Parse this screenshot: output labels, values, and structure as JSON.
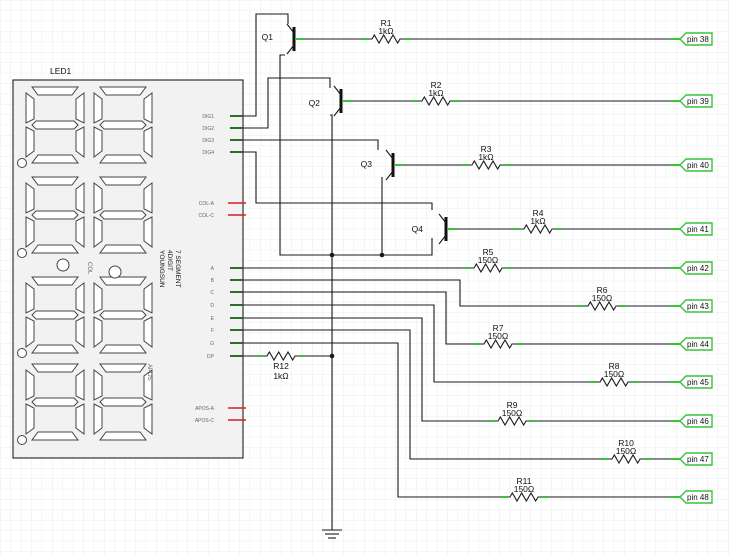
{
  "led": {
    "title": "LED1",
    "part_lines": [
      "7 SEGMENT",
      "4DIGIT",
      "YOUNGSUN"
    ],
    "col_text": "COL",
    "apos_text": "APOS",
    "digit_labels": [
      "DIG1",
      "DIG2",
      "DIG3",
      "DIG4"
    ],
    "col_labels": [
      "COL-A",
      "COL-C"
    ],
    "seg_labels": [
      "A",
      "B",
      "C",
      "D",
      "E",
      "F",
      "G",
      "DP"
    ],
    "apos_labels": [
      "APOS-A",
      "APOS-C"
    ]
  },
  "transistors": [
    {
      "name": "Q1"
    },
    {
      "name": "Q2"
    },
    {
      "name": "Q3"
    },
    {
      "name": "Q4"
    }
  ],
  "resistors": [
    {
      "name": "R1",
      "value": "1kΩ"
    },
    {
      "name": "R2",
      "value": "1kΩ"
    },
    {
      "name": "R3",
      "value": "1kΩ"
    },
    {
      "name": "R4",
      "value": "1kΩ"
    },
    {
      "name": "R5",
      "value": "150Ω"
    },
    {
      "name": "R6",
      "value": "150Ω"
    },
    {
      "name": "R7",
      "value": "150Ω"
    },
    {
      "name": "R8",
      "value": "150Ω"
    },
    {
      "name": "R9",
      "value": "150Ω"
    },
    {
      "name": "R10",
      "value": "150Ω"
    },
    {
      "name": "R11",
      "value": "150Ω"
    },
    {
      "name": "R12",
      "value": "1kΩ"
    }
  ],
  "pins": [
    "pin 38",
    "pin 39",
    "pin 40",
    "pin 41",
    "pin 42",
    "pin 43",
    "pin 44",
    "pin 45",
    "pin 46",
    "pin 47",
    "pin 48"
  ],
  "colors": {
    "wire": "#1a1a1a",
    "pin_end": "#39c339",
    "unconnected": "#d62020",
    "grid": "#e6e6e6"
  }
}
